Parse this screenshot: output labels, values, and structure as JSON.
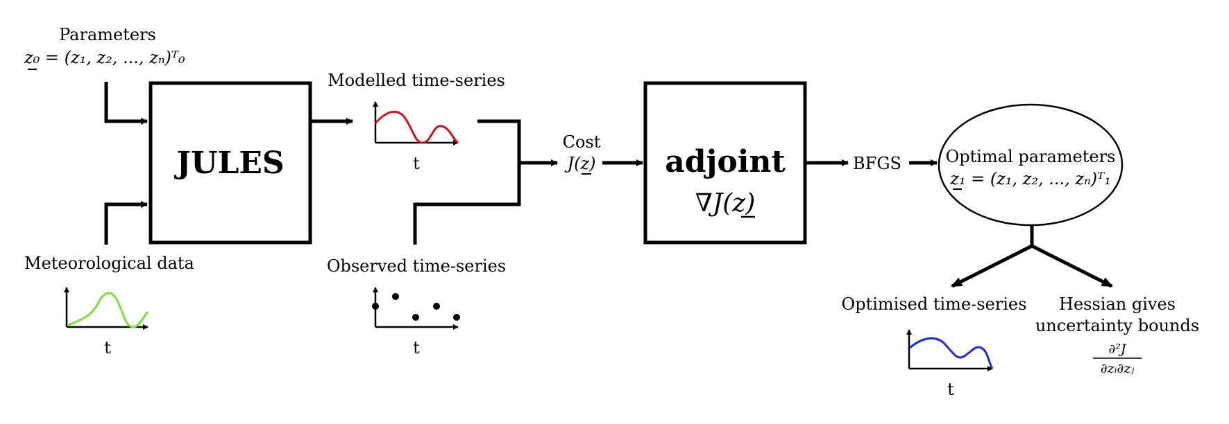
{
  "inputs": {
    "parameters_label": "Parameters",
    "parameters_eq": "z₀ = (z₁, z₂, ..., zₙ)ᵀ₀",
    "met_label": "Meteorological data"
  },
  "jules": {
    "label": "JULES"
  },
  "modelled": {
    "label": "Modelled time-series",
    "axis": "t"
  },
  "observed": {
    "label": "Observed time-series",
    "axis": "t"
  },
  "met_plot": {
    "axis": "t"
  },
  "cost": {
    "label": "Cost",
    "expr": "J(z)"
  },
  "adjoint": {
    "label": "adjoint",
    "expr": "∇J(z)"
  },
  "bfgs": {
    "label": "BFGS"
  },
  "optimal": {
    "label": "Optimal parameters",
    "eq": "z₁ = (z₁, z₂, ..., zₙ)ᵀ₁"
  },
  "optimised": {
    "label": "Optimised time-series",
    "axis": "t"
  },
  "hessian": {
    "line1": "Hessian gives",
    "line2": "uncertainty bounds",
    "num": "∂²J",
    "den": "∂zᵢ∂zⱼ"
  },
  "colors": {
    "modelled": "#d0101a",
    "met": "#7be03a",
    "optimised": "#1a2be0"
  }
}
